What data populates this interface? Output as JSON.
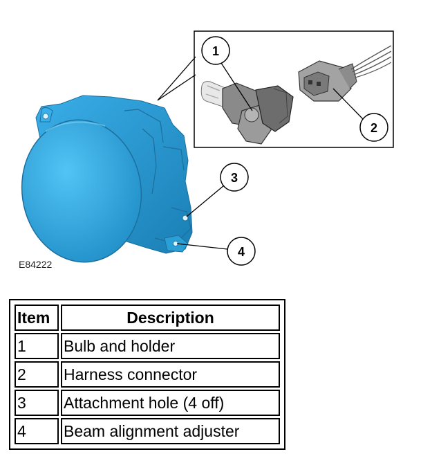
{
  "figure": {
    "id_label": "E84222",
    "callouts": [
      "1",
      "2",
      "3",
      "4"
    ]
  },
  "legend": {
    "headers": {
      "item": "Item",
      "description": "Description"
    },
    "rows": [
      {
        "item": "1",
        "description": "Bulb and holder"
      },
      {
        "item": "2",
        "description": "Harness connector"
      },
      {
        "item": "3",
        "description": "Attachment hole (4 off)"
      },
      {
        "item": "4",
        "description": "Beam alignment adjuster"
      }
    ]
  },
  "colors": {
    "lamp_body": "#2a9fd6",
    "lamp_lens": "#3db3ee",
    "lamp_edge": "#1c6f9c"
  }
}
